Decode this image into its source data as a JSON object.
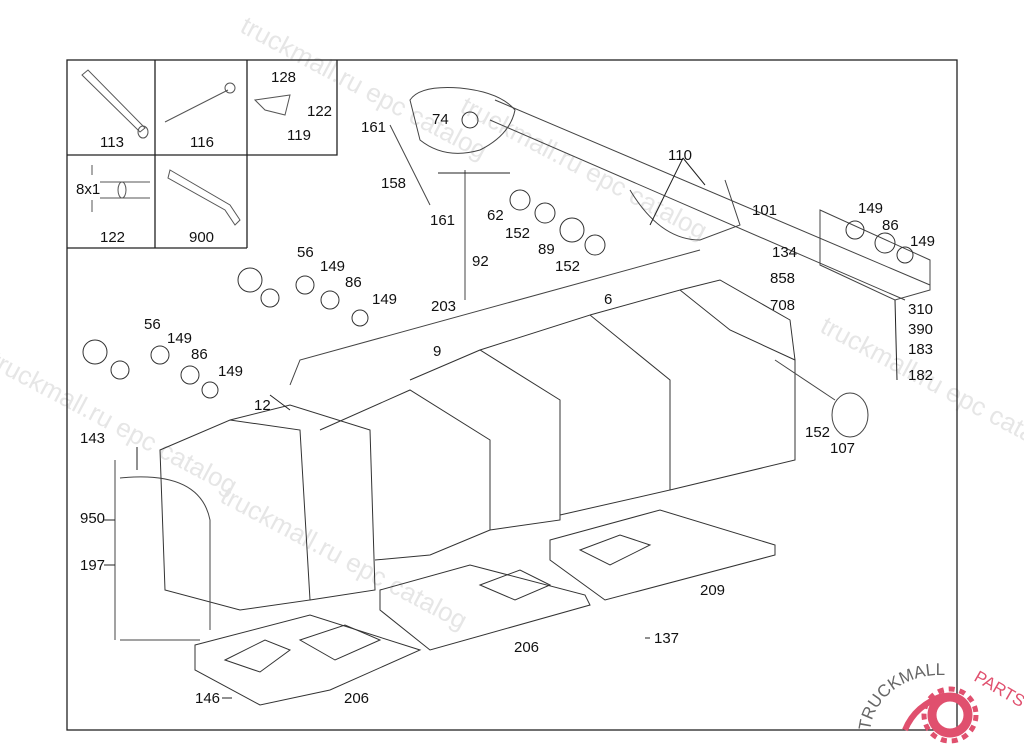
{
  "watermarks": [
    "truckmall.ru epc catalog",
    "truckmall.ru epc catalog",
    "truckmall.ru epc catalog",
    "truckmall.ru epc catalog",
    "truckmall.ru epc catalog"
  ],
  "logo": {
    "text_left": "TRUCKMALL",
    "text_right": "PARTS",
    "color_left": "#555555",
    "color_right": "#e0506e"
  },
  "insets": [
    {
      "part": "113"
    },
    {
      "part": "116"
    },
    {
      "part": "128"
    },
    {
      "part": "122"
    },
    {
      "part": "119"
    },
    {
      "part": "8x1"
    },
    {
      "part": "122"
    },
    {
      "part": "900"
    }
  ],
  "labels": [
    "74",
    "161",
    "158",
    "161",
    "62",
    "152",
    "89",
    "152",
    "92",
    "110",
    "101",
    "149",
    "86",
    "149",
    "134",
    "858",
    "708",
    "310",
    "390",
    "183",
    "182",
    "56",
    "149",
    "86",
    "149",
    "203",
    "6",
    "9",
    "56",
    "149",
    "86",
    "149",
    "12",
    "143",
    "152",
    "107",
    "950",
    "197",
    "209",
    "137",
    "206",
    "146",
    "206"
  ]
}
